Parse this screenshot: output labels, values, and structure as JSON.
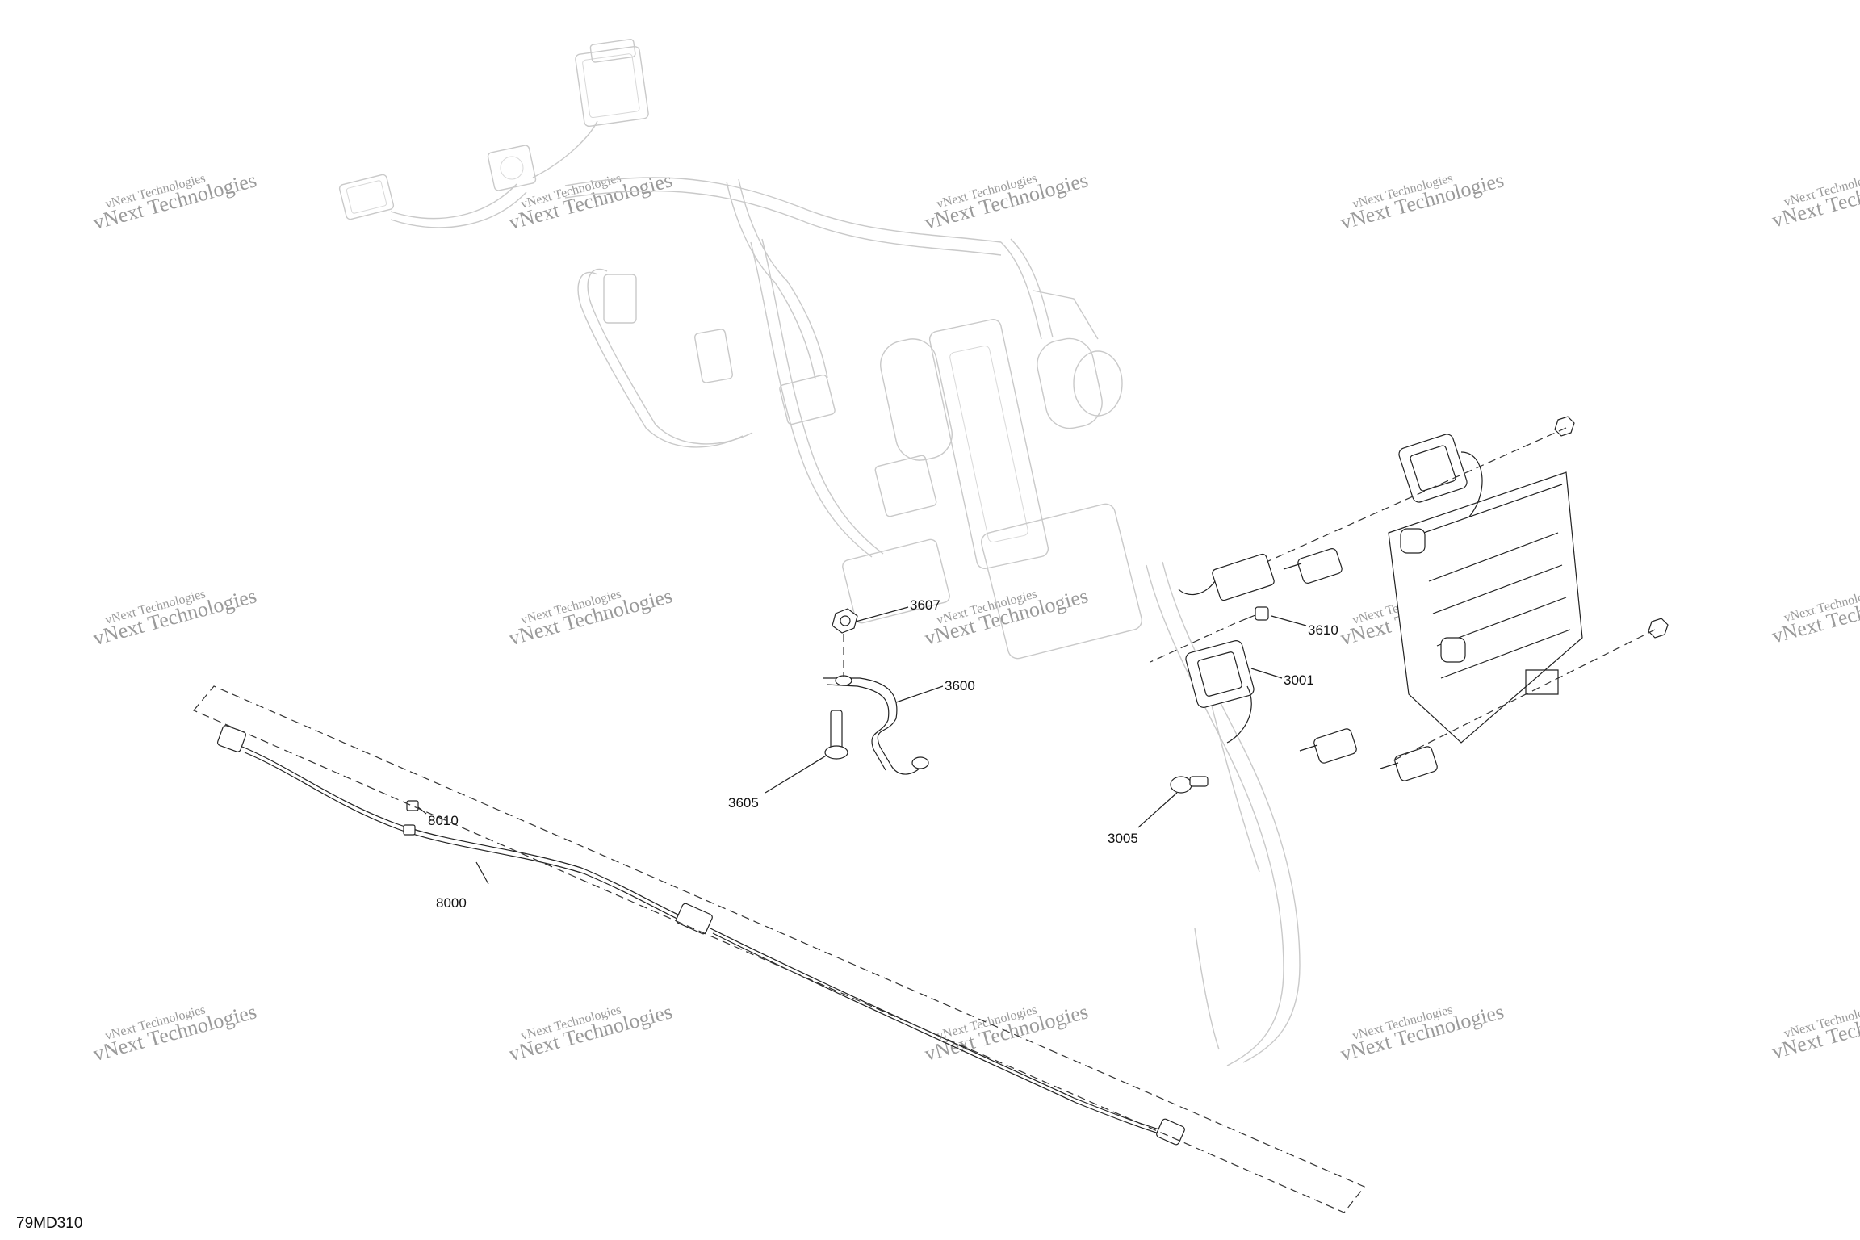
{
  "drawing_id": "79MD310",
  "watermark": {
    "line1": "vNext Technologies",
    "line2": "vNext Technologies"
  },
  "callouts": [
    {
      "id": "3607",
      "label": "3607"
    },
    {
      "id": "3600",
      "label": "3600"
    },
    {
      "id": "3605",
      "label": "3605"
    },
    {
      "id": "3610",
      "label": "3610"
    },
    {
      "id": "3001",
      "label": "3001"
    },
    {
      "id": "3005",
      "label": "3005"
    },
    {
      "id": "8010",
      "label": "8010"
    },
    {
      "id": "8000",
      "label": "8000"
    }
  ]
}
